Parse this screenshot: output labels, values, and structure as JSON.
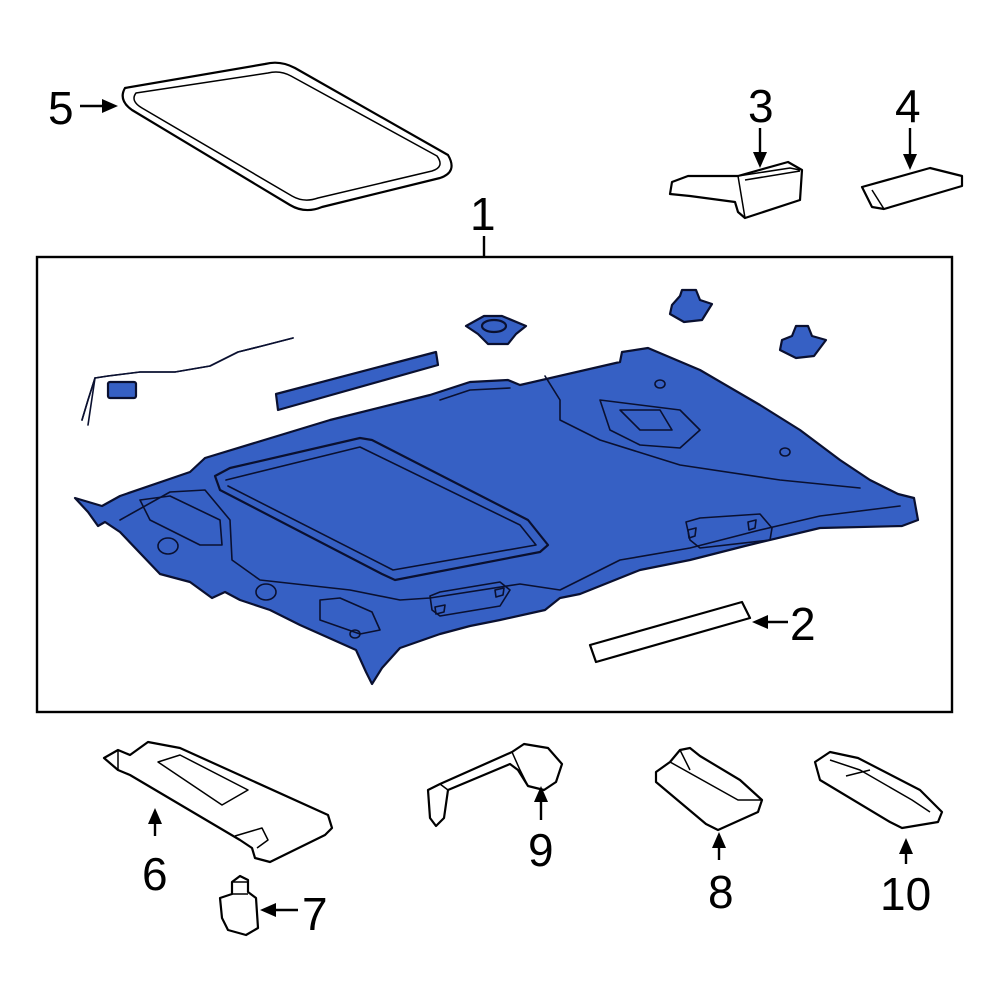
{
  "colors": {
    "highlight": "#3660c4",
    "outline": "#000000",
    "background": "#ffffff"
  },
  "callouts": {
    "c1": "1",
    "c2": "2",
    "c3": "3",
    "c4": "4",
    "c5": "5",
    "c6": "6",
    "c7": "7",
    "c8": "8",
    "c9": "9",
    "c10": "10"
  }
}
